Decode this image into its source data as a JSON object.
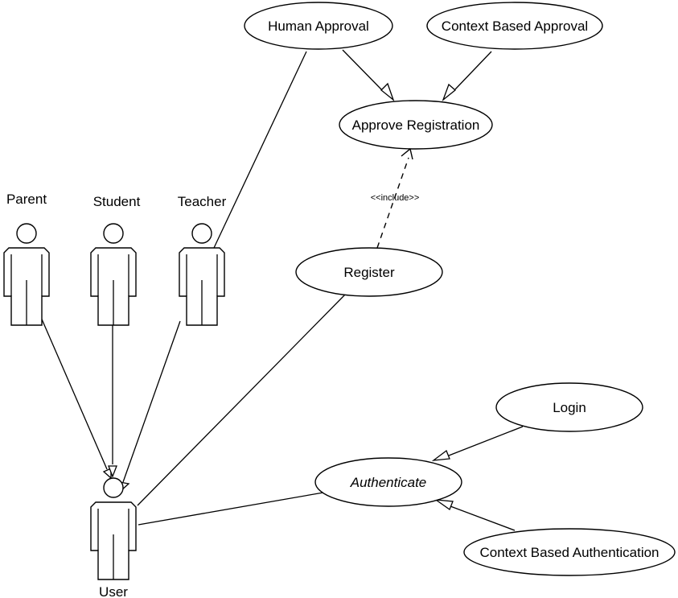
{
  "use_cases": {
    "human_approval": "Human Approval",
    "context_based_approval": "Context Based Approval",
    "approve_registration": "Approve Registration",
    "register": "Register",
    "login": "Login",
    "authenticate": "Authenticate",
    "context_based_authentication": "Context Based Authentication"
  },
  "actors": {
    "parent": "Parent",
    "student": "Student",
    "teacher": "Teacher",
    "user": "User"
  },
  "stereotypes": {
    "include": "<<include>>"
  },
  "colors": {
    "stroke": "#000000",
    "background": "#ffffff"
  }
}
